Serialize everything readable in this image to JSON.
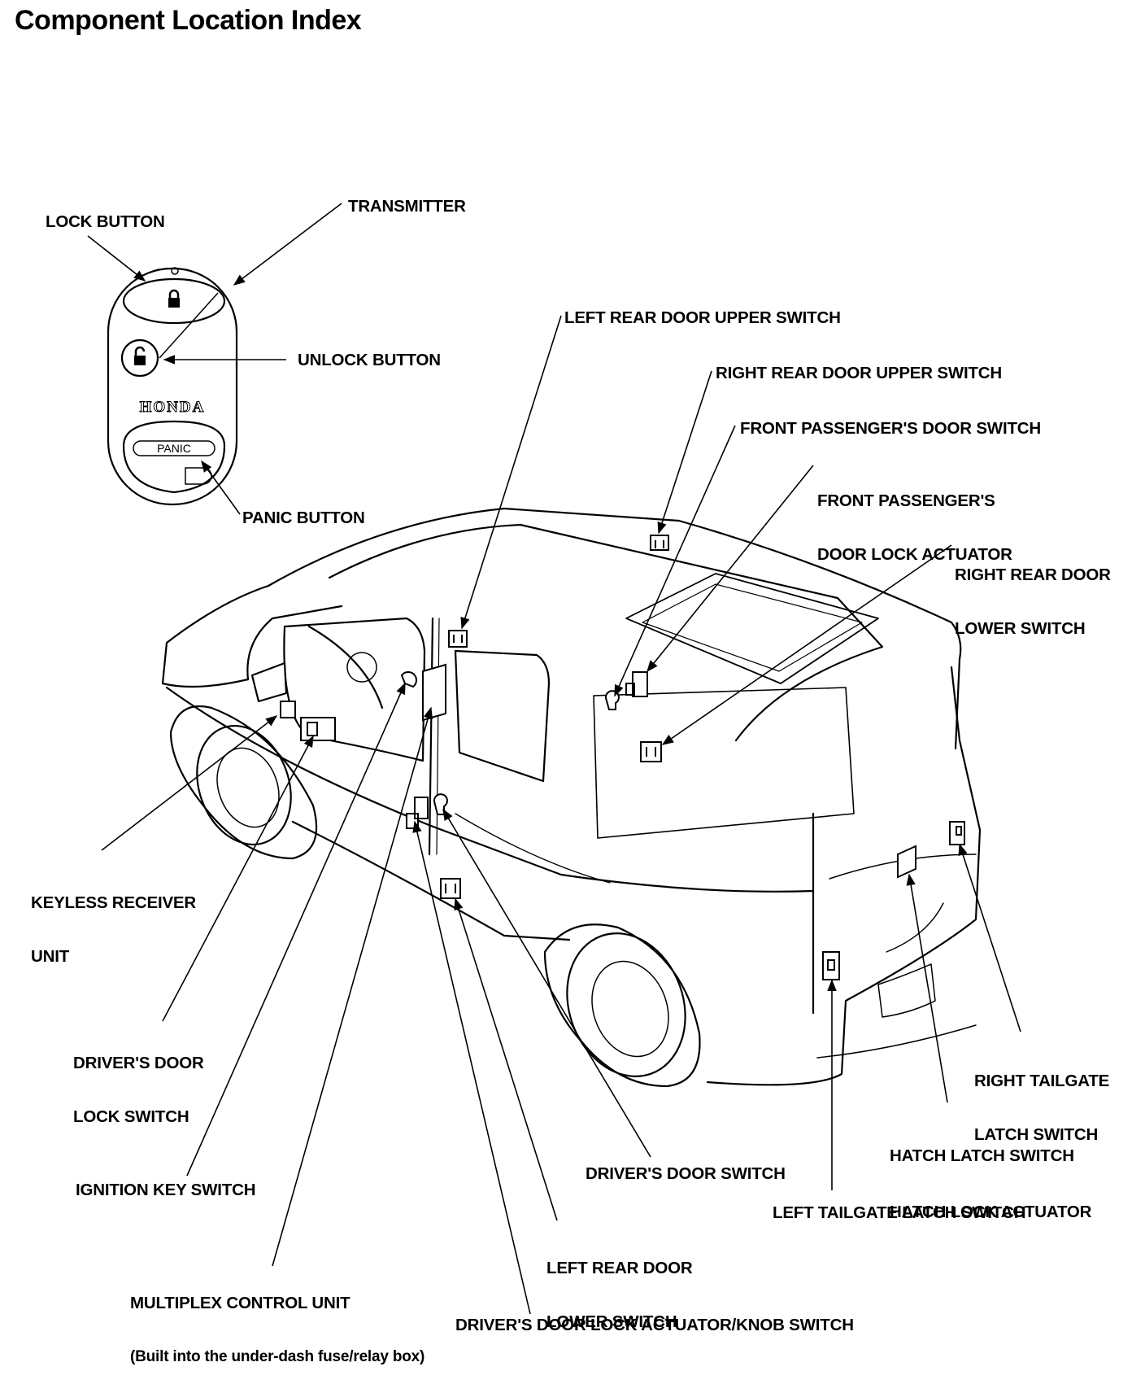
{
  "title": "Component Location Index",
  "transmitter": {
    "brand": "HONDA",
    "panic_text": "PANIC"
  },
  "labels": {
    "lock_button": "LOCK BUTTON",
    "transmitter": "TRANSMITTER",
    "unlock_button": "UNLOCK BUTTON",
    "panic_button": "PANIC BUTTON",
    "left_rear_door_upper_switch": "LEFT REAR DOOR UPPER SWITCH",
    "right_rear_door_upper_switch": "RIGHT REAR DOOR UPPER SWITCH",
    "front_passengers_door_switch": "FRONT PASSENGER'S DOOR SWITCH",
    "front_passengers_door_lock_actuator_1": "FRONT PASSENGER'S",
    "front_passengers_door_lock_actuator_2": "DOOR LOCK ACTUATOR",
    "right_rear_door_lower_switch_1": "RIGHT REAR DOOR",
    "right_rear_door_lower_switch_2": "LOWER SWITCH",
    "keyless_receiver_unit_1": "KEYLESS RECEIVER",
    "keyless_receiver_unit_2": "UNIT",
    "drivers_door_lock_switch_1": "DRIVER'S DOOR",
    "drivers_door_lock_switch_2": "LOCK SWITCH",
    "right_tailgate_latch_switch_1": "RIGHT TAILGATE",
    "right_tailgate_latch_switch_2": "LATCH SWITCH",
    "hatch_latch_switch": "HATCH LATCH SWITCH",
    "hatch_lock_actuator": "HATCH LOCK ACTUATOR",
    "drivers_door_switch": "DRIVER'S DOOR SWITCH",
    "ignition_key_switch": "IGNITION KEY SWITCH",
    "left_tailgate_latch_switch": "LEFT TAILGATE LATCH SWITCH",
    "left_rear_door_lower_switch_1": "LEFT REAR DOOR",
    "left_rear_door_lower_switch_2": "LOWER SWITCH",
    "multiplex_control_unit_1": "MULTIPLEX CONTROL UNIT",
    "multiplex_control_unit_2": "(Built into the under-dash fuse/relay box)",
    "drivers_door_lock_actuator_knob_switch": "DRIVER'S DOOR LOCK ACTUATOR/KNOB SWITCH"
  }
}
